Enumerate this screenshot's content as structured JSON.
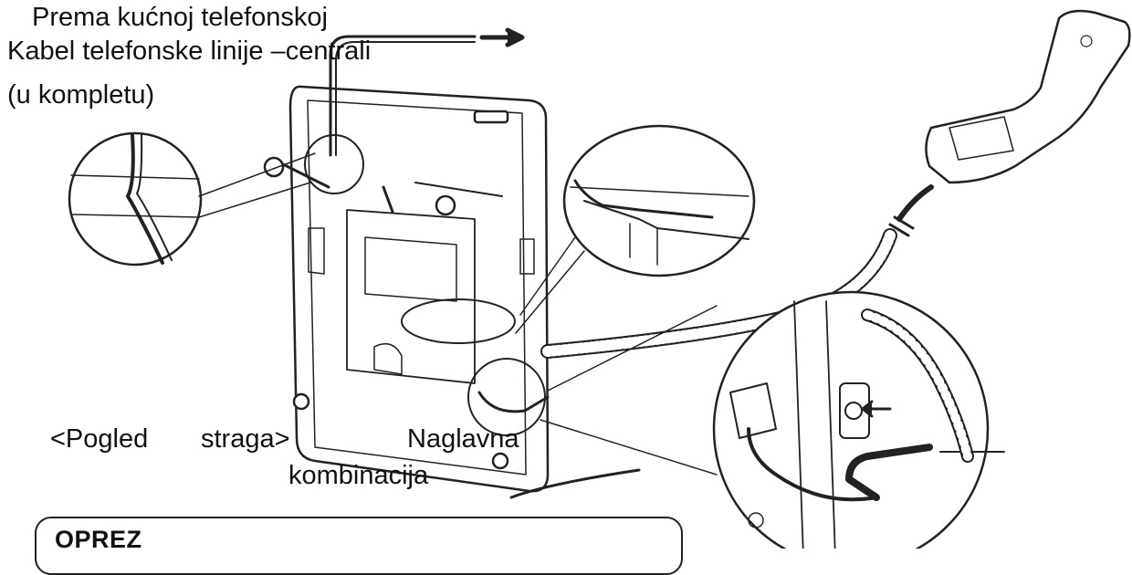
{
  "labels": {
    "line_cable_1": "Prema kućnoj telefonskoj",
    "line_cable_2": "Kabel telefonske linije –centrali",
    "line_cable_3": "(u kompletu)",
    "rear_view_1": "<Pogled",
    "rear_view_2": "straga>",
    "headset_1": "Naglavna",
    "headset_2": "kombinacija"
  },
  "caution": {
    "title": "OPREZ"
  }
}
